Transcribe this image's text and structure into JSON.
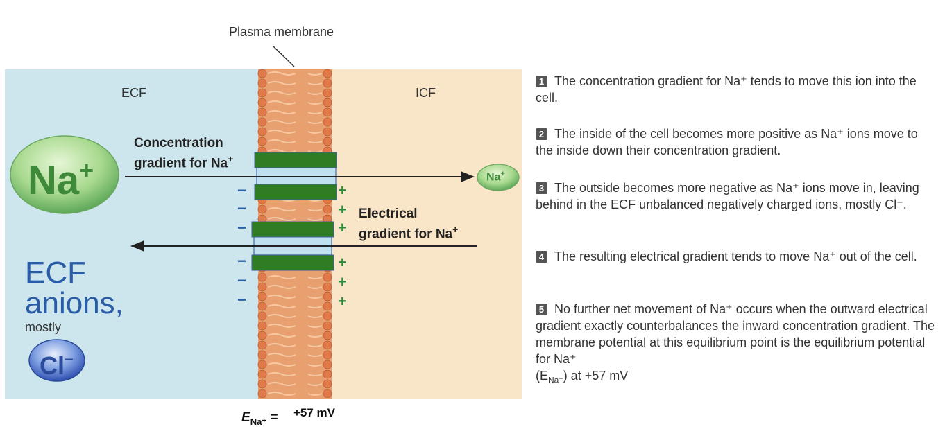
{
  "diagram": {
    "plasma_membrane_label": "Plasma membrane",
    "ecf_label": "ECF",
    "icf_label": "ICF",
    "concentration_gradient_label": [
      "Concentration",
      "gradient for Na"
    ],
    "concentration_gradient_sup": "+",
    "electrical_gradient_label": [
      "Electrical",
      "gradient for Na"
    ],
    "electrical_gradient_sup": "+",
    "na_large": "Na",
    "na_large_sup": "+",
    "na_small": "Na",
    "na_small_sup": "+",
    "ecf_anions_line1": "ECF",
    "ecf_anions_line2": "anions,",
    "mostly": "mostly",
    "cl_ion": "Cl",
    "cl_sup": "−",
    "minus_sign": "−",
    "plus_sign": "+",
    "equilibrium_label_main": "E",
    "equilibrium_label_sub": "Na⁺",
    "equilibrium_label_eq": " =",
    "equilibrium_value": "+57 mV"
  },
  "steps": [
    {
      "number": "1",
      "text": "The concentration gradient for Na⁺ tends to move this ion into the cell."
    },
    {
      "number": "2",
      "text": "The inside of the cell becomes more positive as Na⁺ ions move to the inside down their concentration gradient."
    },
    {
      "number": "3",
      "text": "The outside becomes more negative as Na⁺ ions move in, leaving behind in the ECF unbalanced negatively charged ions, mostly Cl⁻."
    },
    {
      "number": "4",
      "text": "The resulting electrical gradient tends to move Na⁺ out of the cell."
    },
    {
      "number": "5",
      "text": "No further net movement of Na⁺ occurs when the outward electrical gradient exactly counterbalances the inward concentration gradient. The membrane potential at this equilibrium point is the equilibrium potential for Na⁺",
      "text_end_a": "(E",
      "text_end_sub": "Na⁺",
      "text_end_b": ") at ",
      "value": "+57 mV"
    }
  ],
  "colors": {
    "ecf": "#cde6ee",
    "icf": "#f9e5c7",
    "membrane": "#e8a070",
    "channel": "#2e7d22",
    "channel_pore": "#bfe0ee",
    "anion_blue": "#2a5da8",
    "cation_green": "#2d8a3a"
  }
}
